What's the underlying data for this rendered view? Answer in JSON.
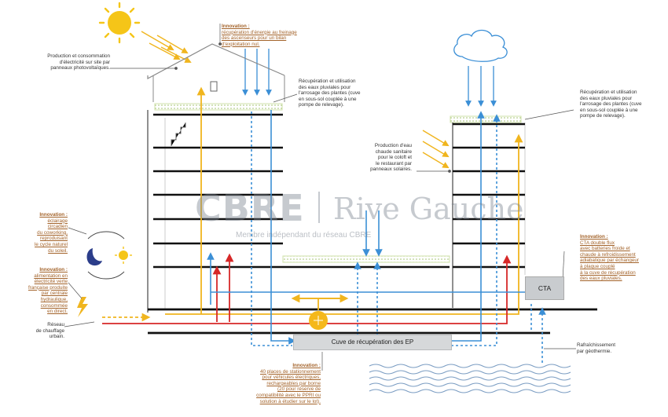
{
  "watermark": {
    "brand": "CBRE",
    "name": "Rive Gauche",
    "tagline": "Membre indépendant du réseau CBRE"
  },
  "labels": {
    "cuve": "Cuve de récupération des EP",
    "cta": "CTA"
  },
  "notes": {
    "photovoltaic": [
      "Production et consommation",
      "d'électricité sur site par",
      "panneaux photovoltaïques."
    ],
    "innovation_lift": {
      "heading": "Innovation :",
      "lines": [
        "récupération d'énergie au freinage",
        "des ascenseurs pour un bilan",
        "d'exploitation nul."
      ]
    },
    "rain_left": [
      "Récupération et utilisation",
      "des eaux pluviales pour",
      "l'arrosage des plantes (cuve",
      "en sous-sol couplée à une",
      "pompe de relevage)."
    ],
    "rain_right": [
      "Récupération et utilisation",
      "des eaux pluviales pour",
      "l'arrosage des plantes (cuve",
      "en sous-sol couplée à une",
      "pompe de relevage)."
    ],
    "solar_water": [
      "Production d'eau",
      "chaude sanitaire",
      "pour le coloft et",
      "le restaurant par",
      "panneaux solaires."
    ],
    "innovation_lighting": {
      "heading": "Innovation :",
      "lines": [
        "éclairage",
        "circadien",
        "du coworking,",
        "reproduisant",
        "le cycle naturel",
        "du soleil."
      ]
    },
    "innovation_power": {
      "heading": "Innovation :",
      "lines": [
        "alimentation en",
        "électricité verte",
        "française produite",
        "par centrale",
        "hydraulique,",
        "consommée",
        "en direct."
      ]
    },
    "heating_network": [
      "Réseau",
      "de chauffage",
      "urbain."
    ],
    "innovation_cta": {
      "heading": "Innovation :",
      "lines": [
        "CTA double flux",
        "avec batteries froide et",
        "chaude à refroidissement",
        "adiabatique par échangeur",
        "à plaque couplé",
        "à la cuve de récupération",
        "des eaux pluviales."
      ]
    },
    "geothermal": [
      "Rafraîchissement",
      "par géothermie."
    ],
    "innovation_parking": {
      "heading": "Innovation :",
      "lines": [
        "40 places de stationnement",
        "pour véhicules électriques,",
        "rechargeables par borne",
        "(20 pour réserve de",
        "compatibilité avec le PPRI ou",
        "solution à étudier sur le lot)."
      ]
    }
  },
  "colors": {
    "sun": "#f5c518",
    "solar_energy": "#f0b51e",
    "hot_water": "#d62828",
    "rain_water": "#3b8fd6",
    "green_roof": "#cfe0a8",
    "innovation_text": "#a3632a",
    "slab": "#111111",
    "ground_water": "#7a9cc2"
  },
  "icons": [
    "sun-icon",
    "cloud-icon",
    "moon-icon",
    "lightning-icon",
    "pump-icon",
    "waves-icon"
  ]
}
